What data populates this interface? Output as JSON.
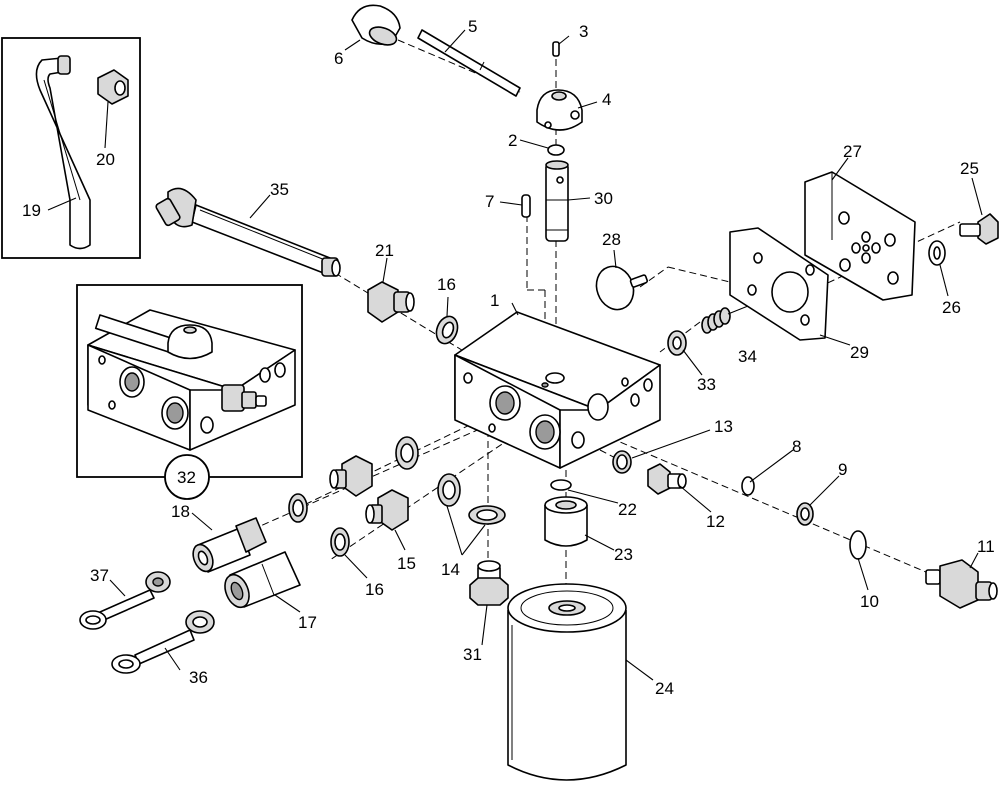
{
  "callouts": {
    "c1": "1",
    "c2": "2",
    "c3": "3",
    "c4": "4",
    "c5": "5",
    "c6": "6",
    "c7": "7",
    "c8": "8",
    "c9": "9",
    "c10": "10",
    "c11": "11",
    "c12": "12",
    "c13": "13",
    "c14": "14",
    "c15": "15",
    "c16a": "16",
    "c16b": "16",
    "c17": "17",
    "c18": "18",
    "c19": "19",
    "c20": "20",
    "c21": "21",
    "c22": "22",
    "c23": "23",
    "c24": "24",
    "c25": "25",
    "c26": "26",
    "c27": "27",
    "c28": "28",
    "c29": "29",
    "c30": "30",
    "c31": "31",
    "c32": "32",
    "c33": "33",
    "c34": "34",
    "c35": "35",
    "c36": "36",
    "c37": "37"
  }
}
